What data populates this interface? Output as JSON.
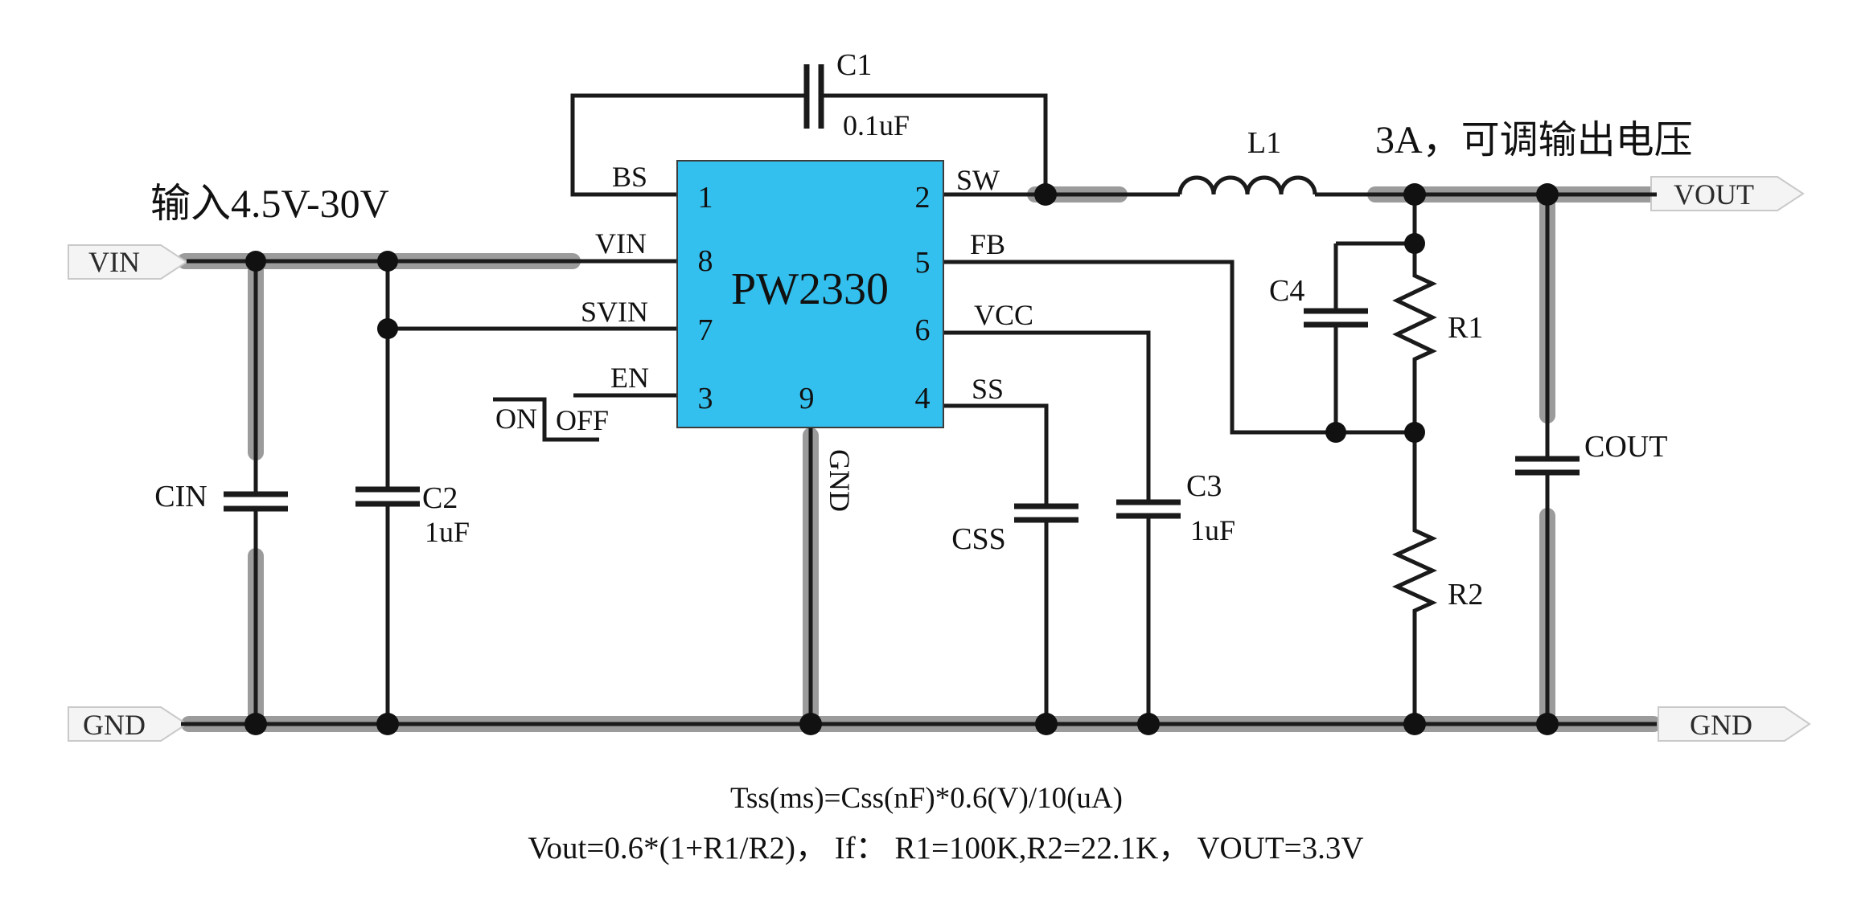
{
  "notes": {
    "input": "输入4.5V-30V",
    "output": "3A，可调输出电压"
  },
  "colors": {
    "ic_fill": "#33c0ee",
    "accent_red": "#ee0c0c",
    "trace_gray": "#9b9b9b",
    "wire_black": "#1a1a1a"
  },
  "ic": {
    "name": "PW2330",
    "pins": {
      "bs": {
        "num": "1",
        "label": "BS"
      },
      "sw": {
        "num": "2",
        "label": "SW"
      },
      "vin": {
        "num": "8",
        "label": "VIN"
      },
      "fb": {
        "num": "5",
        "label": "FB"
      },
      "svin": {
        "num": "7",
        "label": "SVIN"
      },
      "vcc": {
        "num": "6",
        "label": "VCC"
      },
      "en": {
        "num": "3",
        "label": "EN"
      },
      "gnd": {
        "num": "9",
        "label": "GND"
      },
      "ss": {
        "num": "4",
        "label": "SS"
      }
    }
  },
  "ports": {
    "vin": "VIN",
    "gnd_left": "GND",
    "vout": "VOUT",
    "gnd_right": "GND"
  },
  "switch": {
    "on": "ON",
    "off": "OFF"
  },
  "components": {
    "c1": {
      "ref": "C1",
      "value": "0.1uF"
    },
    "cin": {
      "ref": "CIN"
    },
    "c2": {
      "ref": "C2",
      "value": "1uF"
    },
    "l1": {
      "ref": "L1"
    },
    "css": {
      "ref": "CSS"
    },
    "c3": {
      "ref": "C3",
      "value": "1uF"
    },
    "c4": {
      "ref": "C4"
    },
    "r1": {
      "ref": "R1"
    },
    "r2": {
      "ref": "R2"
    },
    "cout": {
      "ref": "COUT"
    }
  },
  "formulas": {
    "tss": "Tss(ms)=Css(nF)*0.6(V)/10(uA)",
    "vout": "Vout=0.6*(1+R1/R2)， If： R1=100K,R2=22.1K， VOUT=3.3V"
  }
}
